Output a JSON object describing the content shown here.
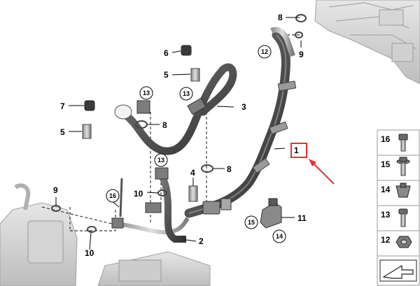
{
  "diagram": {
    "callouts": {
      "c1": "1",
      "c2": "2",
      "c3": "3",
      "c4": "4",
      "c5a": "5",
      "c5b": "5",
      "c6": "6",
      "c7": "7",
      "c8a": "8",
      "c8b": "8",
      "c8c": "8",
      "c9a": "9",
      "c9b": "9",
      "c10a": "10",
      "c10b": "10",
      "c11": "11",
      "c12": "12",
      "c13a": "13",
      "c13b": "13",
      "c13c": "13",
      "c14": "14",
      "c15": "15",
      "c16": "16"
    },
    "legend": [
      "16",
      "15",
      "14",
      "13",
      "12"
    ],
    "colors": {
      "highlight_box": "#e8302f",
      "arrow": "#e8302f",
      "hose": "#3c3c3c",
      "ghost": "#c8c8c8"
    }
  }
}
